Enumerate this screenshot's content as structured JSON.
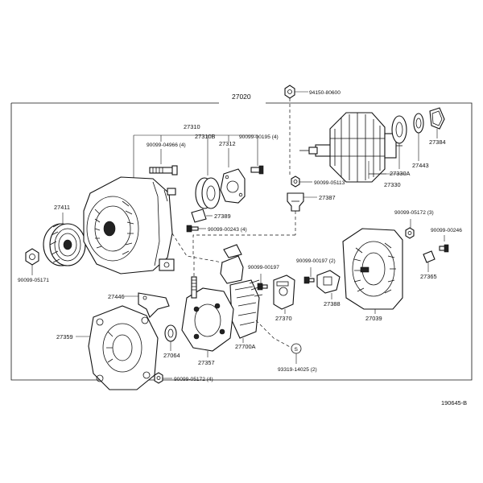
{
  "assembly_label": "27020",
  "diagram_code": "190645-B",
  "group_labels": {
    "bearing_group": "27310",
    "rotor_group": "27330"
  },
  "callouts": {
    "c_94150_80600": "94150-80600",
    "c_27384": "27384",
    "c_27443": "27443",
    "c_27330A": "27330A",
    "c_90099_04966": "90099-04966 (4)",
    "c_27310B": "27310B",
    "c_27312": "27312",
    "c_90099_00195": "90099-00195 (4)",
    "c_90099_05113": "90099-05113",
    "c_27387": "27387",
    "c_27411": "27411",
    "c_27389": "27389",
    "c_90099_00243": "90099-00243 (4)",
    "c_90099_05172_3": "90099-05172 (3)",
    "c_90099_00246": "90099-00246",
    "c_90099_05171": "90099-05171",
    "c_90099_00197_a": "90099-00197",
    "c_90099_00197_b": "90099-00197 (2)",
    "c_27365": "27365",
    "c_27446": "27446",
    "c_27370": "27370",
    "c_27388": "27388",
    "c_27039": "27039",
    "c_27359": "27359",
    "c_27064": "27064",
    "c_27700A": "27700A",
    "c_27357": "27357",
    "c_93319_14025": "93319-14025 (2)",
    "c_90099_05172_4": "90099-05172 (4)"
  },
  "symbols": {
    "s_marker": "S"
  }
}
